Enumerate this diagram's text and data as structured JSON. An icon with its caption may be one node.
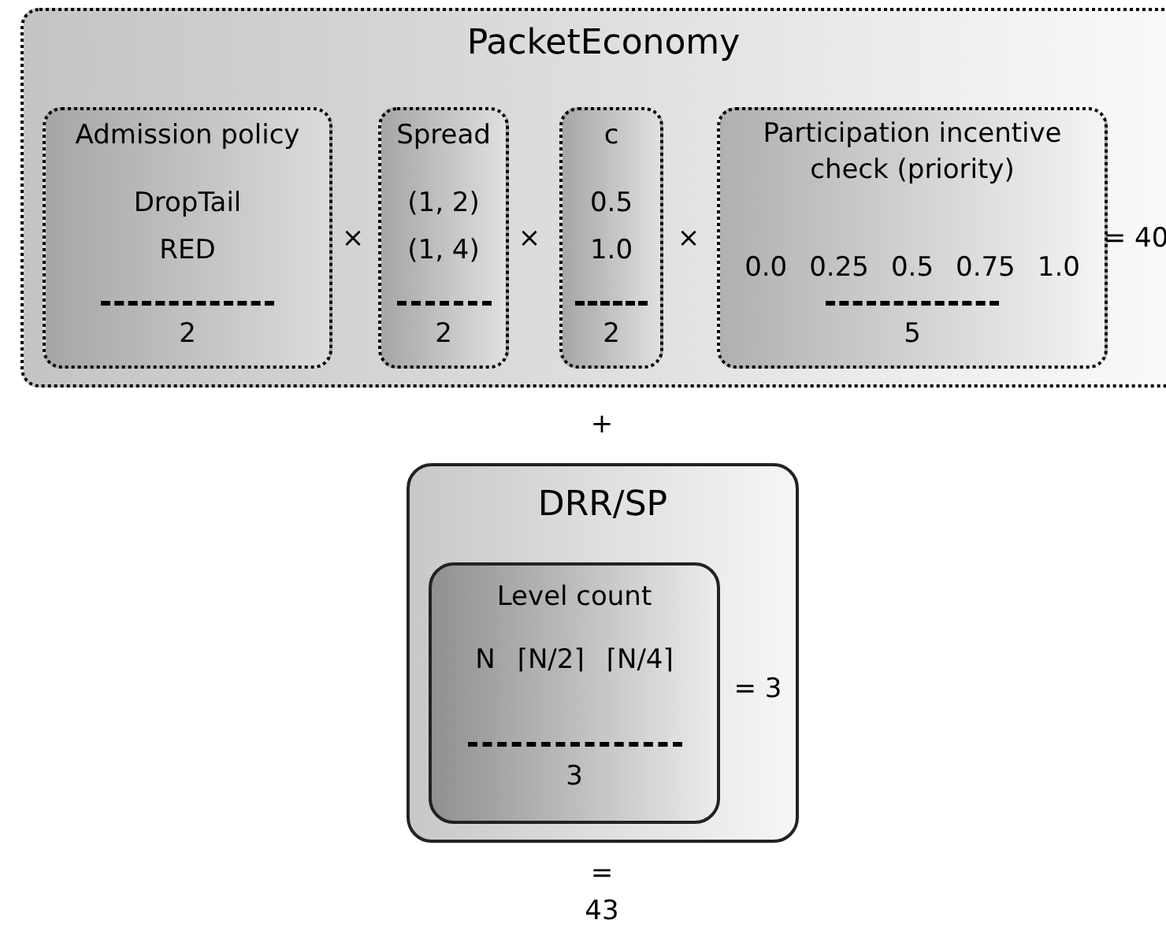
{
  "diagram": {
    "nodes": [
      {
        "text": [
          "PacketEconomy"
        ]
      },
      {
        "text": [
          "Admission policy",
          "DropTail",
          "RED",
          "2"
        ],
        "in": 0
      },
      {
        "text": [
          "Spread",
          "(1, 2)",
          "(1, 4)",
          "2"
        ],
        "in": 0
      },
      {
        "text": [
          "c",
          "0.5",
          "1.0",
          "2"
        ],
        "in": 0
      },
      {
        "text": [
          "Participation incentive check (priority)",
          "0.0",
          "0.25",
          "0.5",
          "0.75",
          "1.0",
          "5"
        ],
        "in": 0
      },
      {
        "text": [
          "DRR/SP"
        ]
      },
      {
        "text": [
          "Level count",
          "N",
          "⌈N/2⌉",
          "⌈N/4⌉",
          "3"
        ],
        "in": 5
      }
    ],
    "labels": [
      "×",
      "×",
      "×",
      "= 40",
      "+",
      "= 3",
      "=",
      "43"
    ]
  }
}
